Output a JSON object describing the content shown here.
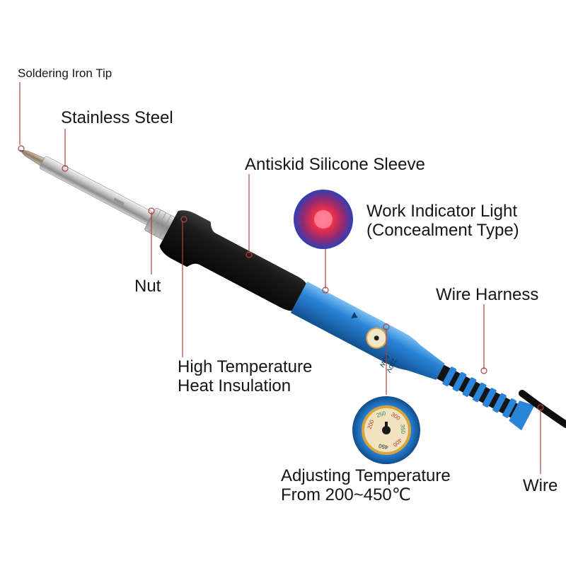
{
  "labels": {
    "tip": "Soldering Iron Tip",
    "steel": "Stainless Steel",
    "sleeve": "Antiskid Silicone Sleeve",
    "indicator_line1": "Work Indicator Light",
    "indicator_line2": "(Concealment Type)",
    "harness": "Wire Harness",
    "nut": "Nut",
    "insulation_line1": "High Temperature",
    "insulation_line2": "Heat Insulation",
    "adjust_line1": "Adjusting Temperature",
    "adjust_line2": "From 200~450℃",
    "wire": "Wire"
  },
  "device_print": {
    "voltage": "220V",
    "power": "60W"
  },
  "dial_scale": [
    "200",
    "250",
    "300",
    "350",
    "400",
    "450"
  ],
  "colors": {
    "callout_line": "#b0433f",
    "handle_blue": "#2a7fd4",
    "sleeve_black": "#141414",
    "indicator_red": "#e8304a",
    "dial_gold": "#d8a43c"
  }
}
